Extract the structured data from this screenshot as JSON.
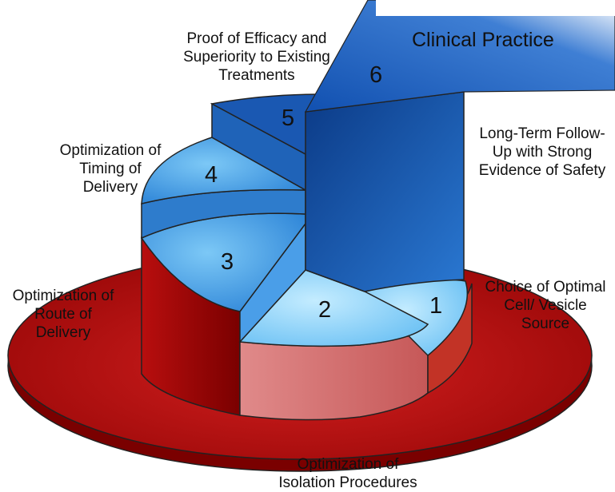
{
  "title": "Clinical Practice",
  "steps": [
    {
      "number": "1",
      "label": "Choice of Optimal\nCell/ Vesicle\nSource"
    },
    {
      "number": "2",
      "label": "Optimization of\nIsolation Procedures"
    },
    {
      "number": "3",
      "label": "Optimization of\nRoute of\nDelivery"
    },
    {
      "number": "4",
      "label": "Optimization of\nTiming of\nDelivery"
    },
    {
      "number": "5",
      "label": "Proof of Efficacy and\nSuperiority to Existing\nTreatments"
    },
    {
      "number": "6",
      "label": "Long-Term Follow-\nUp with Strong\nEvidence of Safety"
    }
  ],
  "colors": {
    "base_red": "#b01010",
    "base_red_dark": "#6e0000",
    "pink_side": "#d26a6a",
    "blue_dark": "#0a3d8f",
    "blue_mid": "#2a7fd6",
    "blue_light": "#8fd2f8"
  }
}
